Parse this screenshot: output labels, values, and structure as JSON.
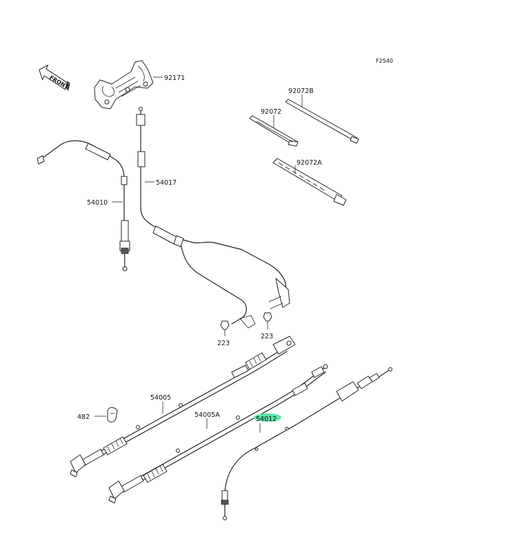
{
  "diagram": {
    "figure_code": "F2540",
    "front_label": "FRONT",
    "highlight_color": "#5fe3a8",
    "parts": [
      {
        "number": "92171"
      },
      {
        "number": "92072B"
      },
      {
        "number": "92072"
      },
      {
        "number": "92072A"
      },
      {
        "number": "54017"
      },
      {
        "number": "54010"
      },
      {
        "number": "223"
      },
      {
        "number": "223"
      },
      {
        "number": "54005"
      },
      {
        "number": "482"
      },
      {
        "number": "54005A"
      },
      {
        "number": "54012"
      }
    ]
  }
}
